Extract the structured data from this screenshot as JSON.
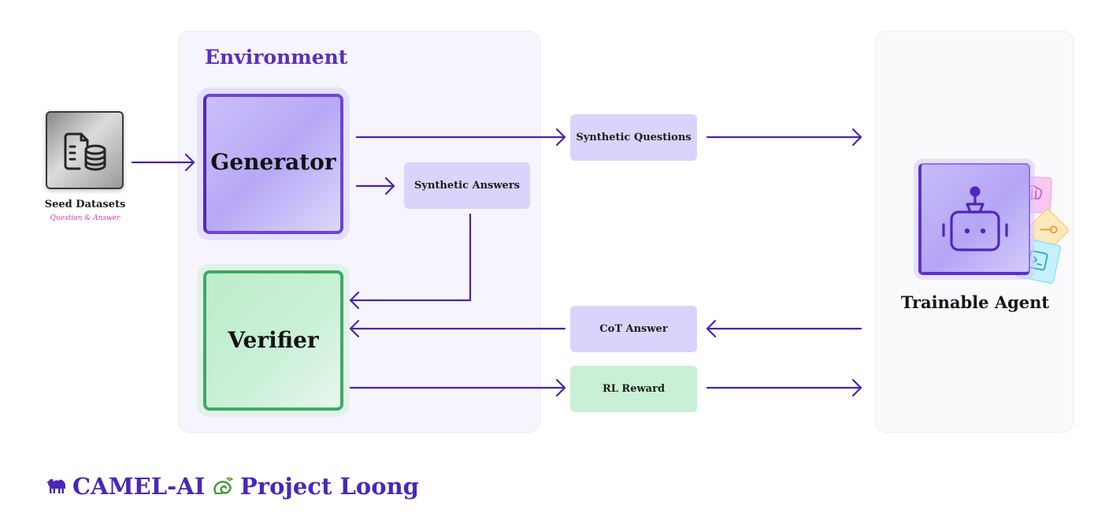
{
  "environment": {
    "title": "Environment"
  },
  "seed": {
    "label": "Seed Datasets",
    "sublabel": "Question & Answer",
    "icon": "document-database-icon"
  },
  "generator": {
    "label": "Generator"
  },
  "verifier": {
    "label": "Verifier"
  },
  "pills": {
    "synthetic_questions": "Synthetic Questions",
    "synthetic_answers": "Synthetic Answers",
    "cot_answer": "CoT Answer",
    "rl_reward": "RL Reward"
  },
  "agent": {
    "label": "Trainable Agent",
    "icon": "robot-icon",
    "tiles": [
      "brain-icon",
      "tool-icon",
      "terminal-icon"
    ]
  },
  "brands": {
    "camel": "CAMEL-AI",
    "loong": "Project Loong"
  },
  "colors": {
    "accent": "#4b27b8",
    "arrow": "#4a22b0",
    "generator": "#b8a8f6",
    "verifier": "#c6efd3",
    "pill_purple": "#d8d4fb",
    "pill_green": "#c8f0d4",
    "subtitle_pink": "#c63fb0"
  }
}
